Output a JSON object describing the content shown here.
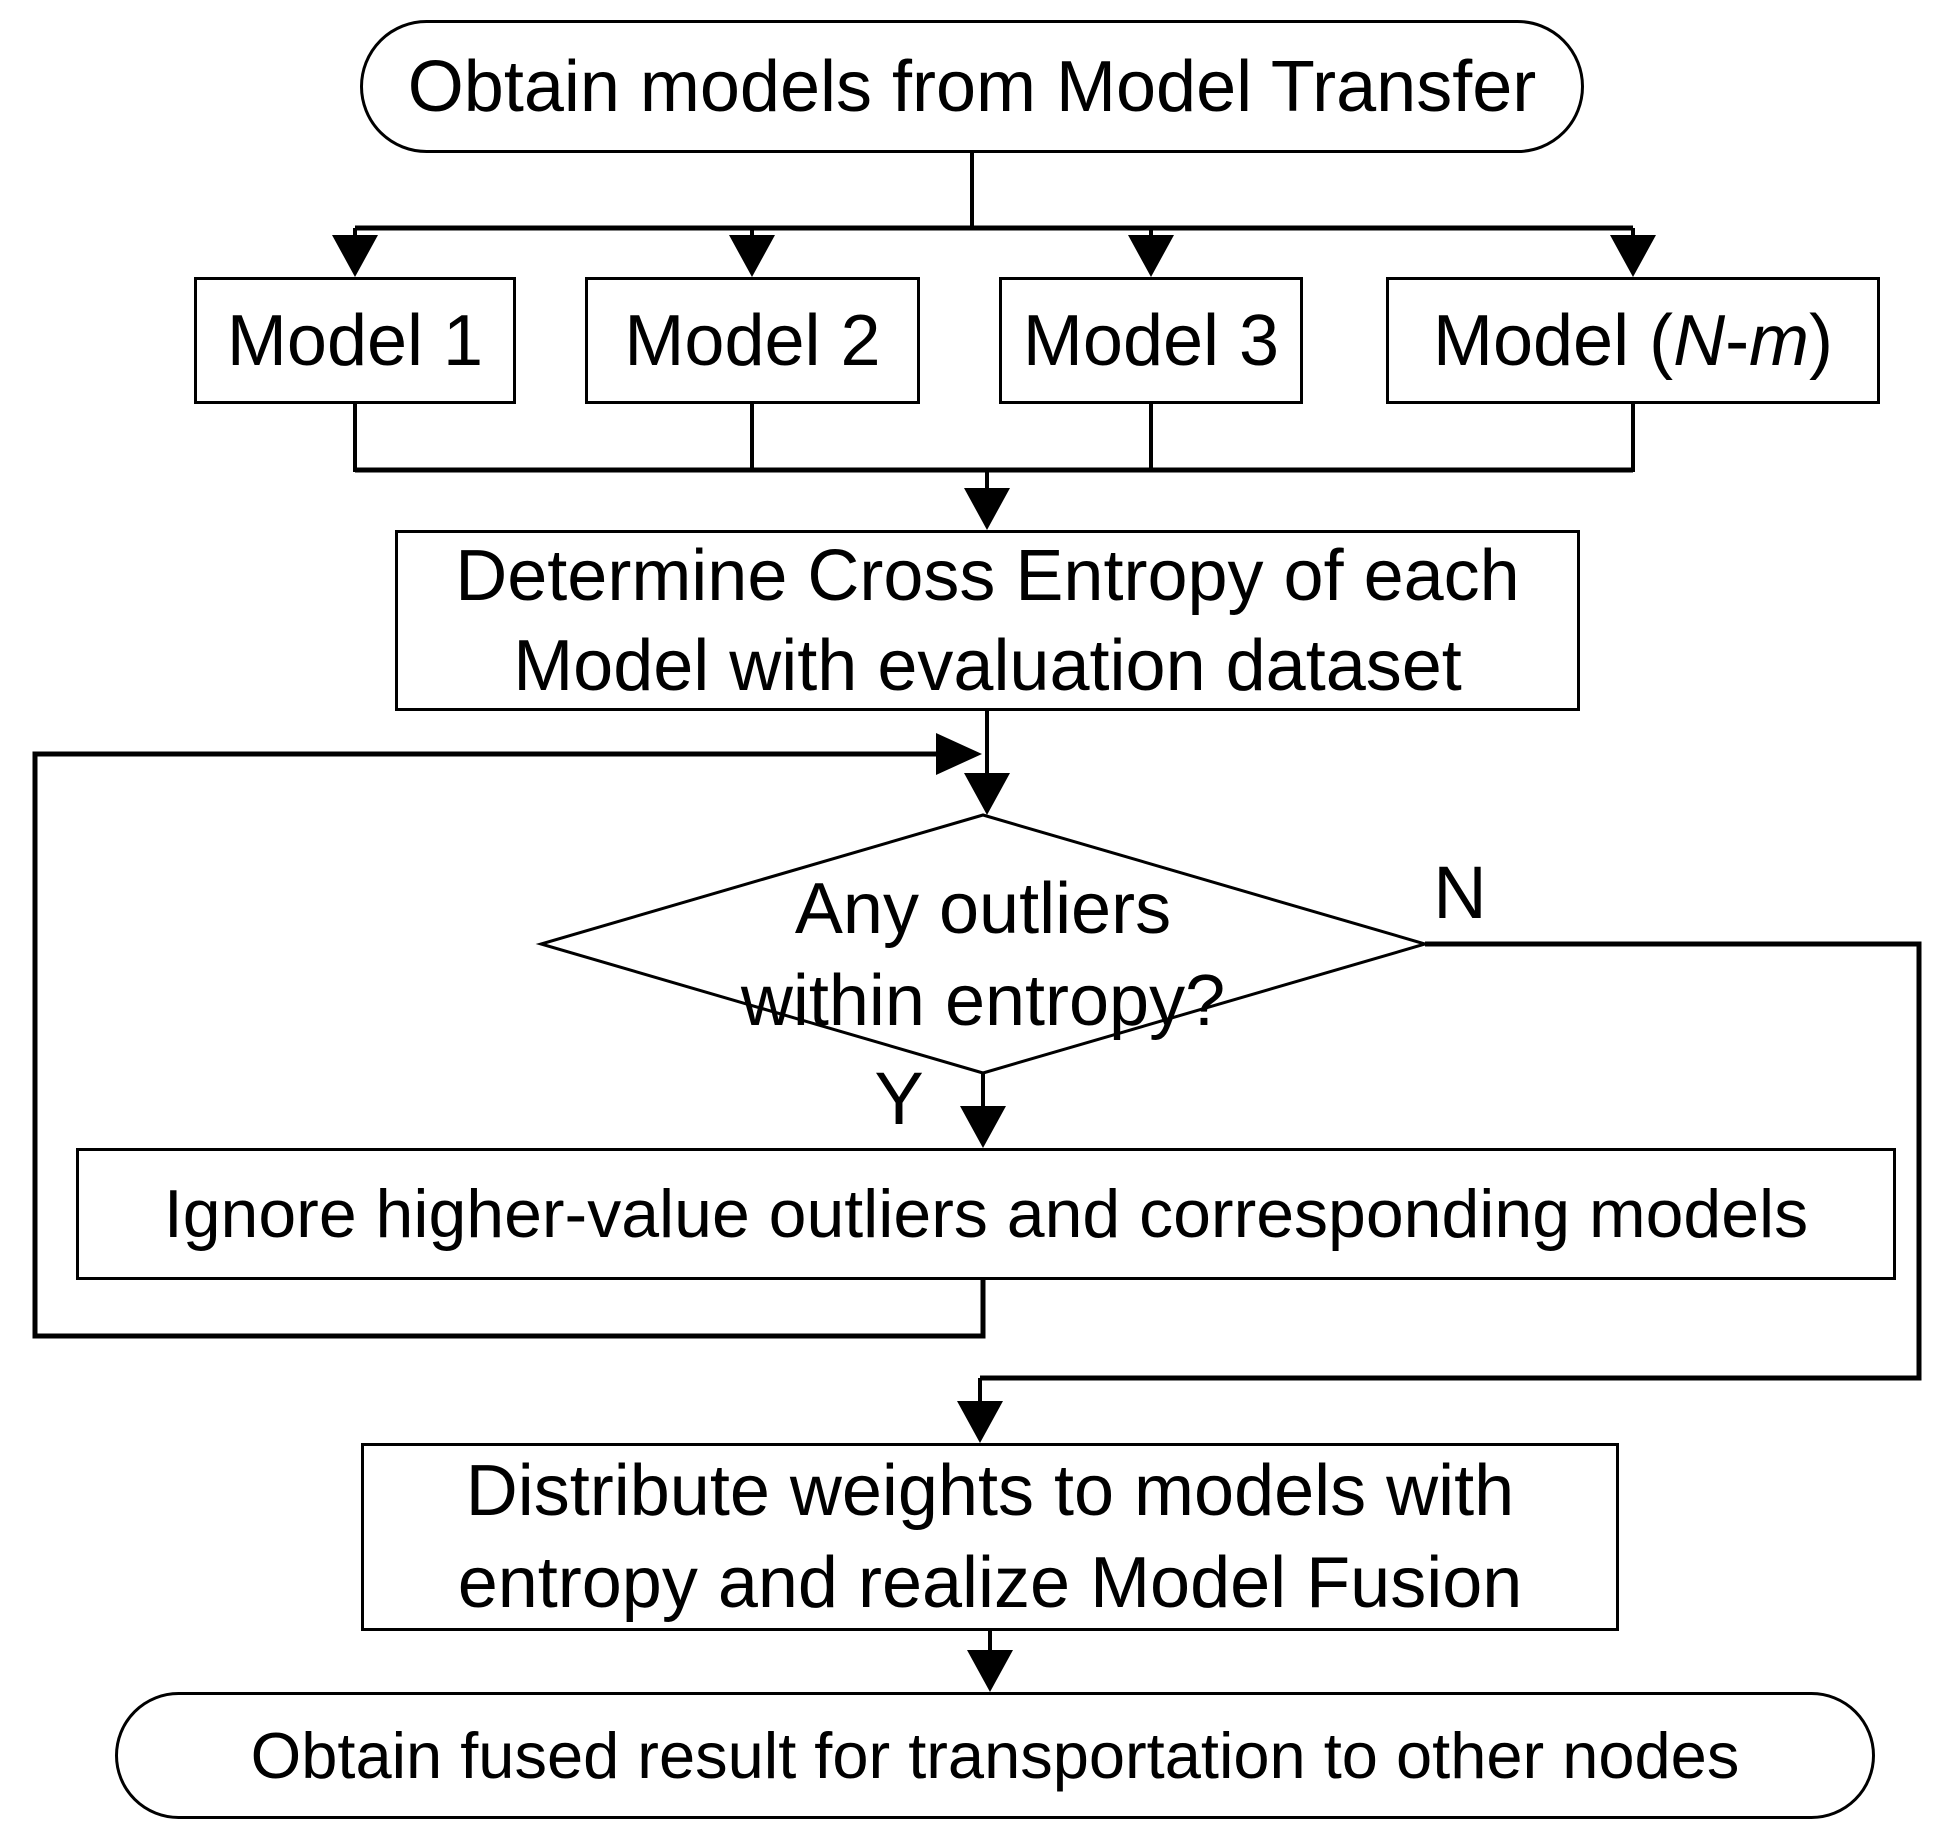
{
  "diagram": {
    "title": "Model fusion flowchart",
    "colors": {
      "stroke": "#000000",
      "background": "#ffffff",
      "node_fill": "#ffffff"
    },
    "nodes": {
      "start": {
        "label": "Obtain models from Model Transfer"
      },
      "model1": {
        "label": "Model 1"
      },
      "model2": {
        "label": "Model 2"
      },
      "model3": {
        "label": "Model 3"
      },
      "model4": {
        "prefix": "Model (",
        "var_n": "N",
        "dash": "-",
        "var_m": "m",
        "suffix": ")"
      },
      "determine": {
        "line1": "Determine Cross Entropy of each",
        "line2": "Model with evaluation dataset"
      },
      "decision": {
        "line1": "Any outliers",
        "line2": "within entropy?"
      },
      "ignore": {
        "label": "Ignore higher-value outliers and corresponding models"
      },
      "distribute": {
        "line1": "Distribute weights to models with",
        "line2": "entropy and realize Model Fusion"
      },
      "end": {
        "label": "Obtain fused result for transportation to other nodes"
      }
    },
    "branch_labels": {
      "yes": "Y",
      "no": "N"
    }
  }
}
